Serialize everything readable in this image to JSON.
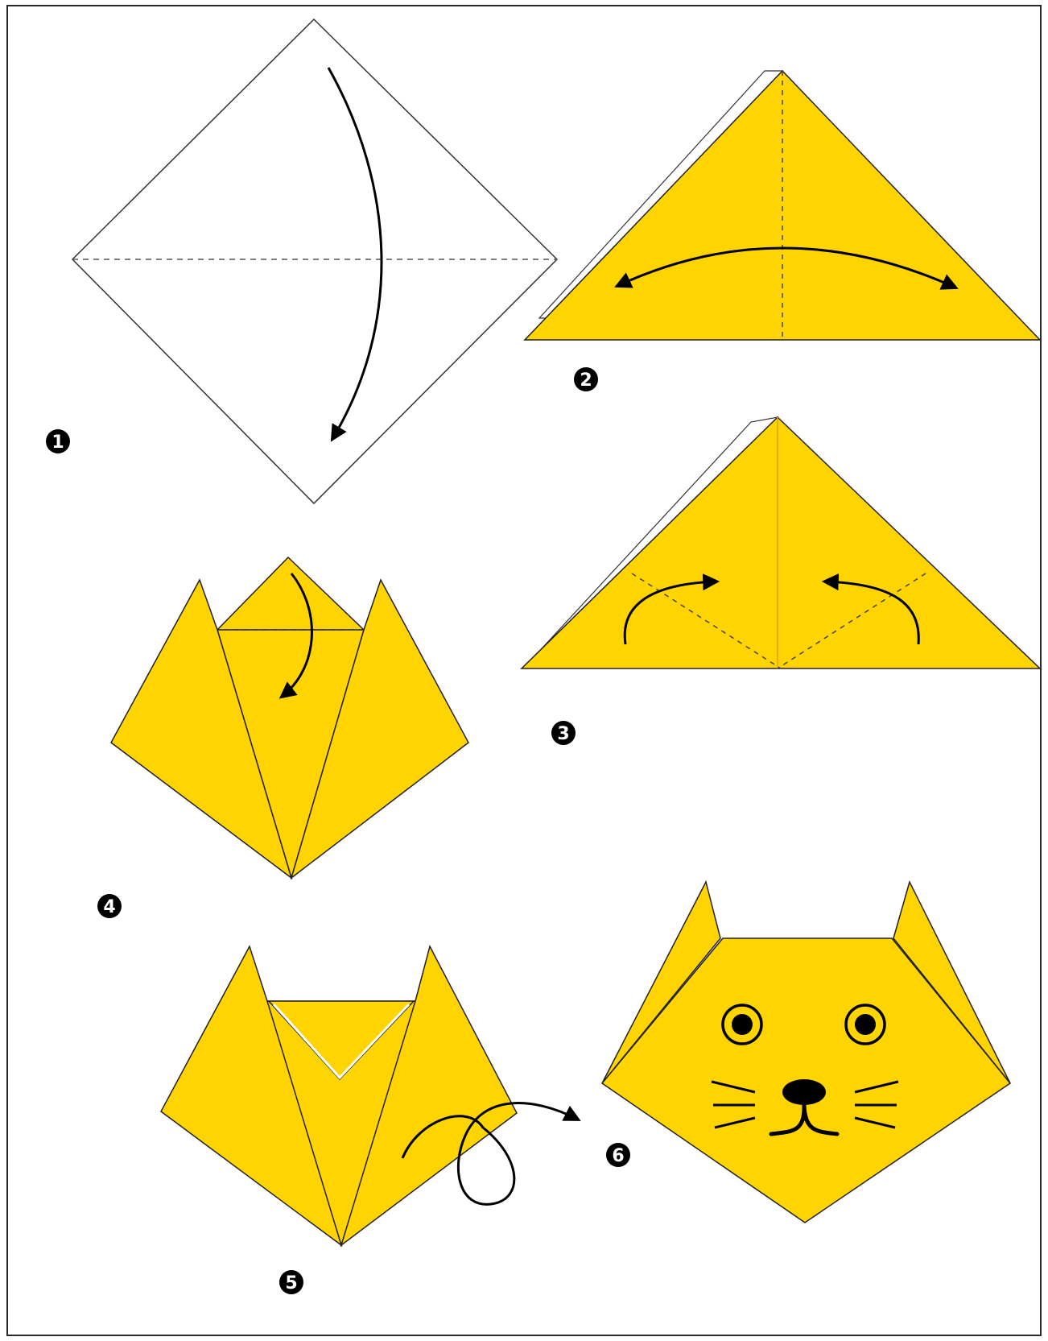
{
  "colors": {
    "paper": "#ffd400",
    "paper_edge": "#1a1a1a",
    "fold_line": "#444444",
    "arrow": "#000000",
    "badge": "#000000",
    "badge_text": "#ffffff",
    "back_paper": "#ffffff"
  },
  "steps": [
    {
      "number": "1"
    },
    {
      "number": "2"
    },
    {
      "number": "3"
    },
    {
      "number": "4"
    },
    {
      "number": "5"
    },
    {
      "number": "6"
    }
  ],
  "icons": {
    "step1": "fold-down-arrow-icon",
    "step2": "double-headed-arrow-icon",
    "step3": "fold-up-arrows-icon",
    "step4": "fold-tip-down-arrow-icon",
    "step5": "turn-over-arrow-icon"
  }
}
